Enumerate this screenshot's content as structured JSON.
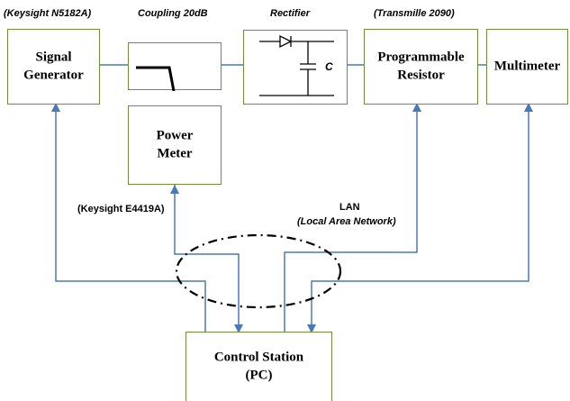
{
  "colors": {
    "box_border": "#6f8f3a",
    "wire": "#4a7ab5",
    "ellipse": "#000000"
  },
  "boxes": {
    "signal_generator": "Signal\nGenerator",
    "power_meter": "Power\nMeter",
    "programmable_resistor": "Programmable\nResistor",
    "multimeter": "Multimeter",
    "control_station": "Control Station\n(PC)"
  },
  "annotations": {
    "signal_generator_model": "(Keysight N5182A)",
    "coupler": "Coupling 20dB",
    "rectifier": "Rectifier",
    "resistor_model": "(Transmille 2090)",
    "power_meter_model": "(Keysight E4419A)",
    "lan": "LAN",
    "lan_full": "(Local Area Network)",
    "capacitor_symbol": "C"
  }
}
